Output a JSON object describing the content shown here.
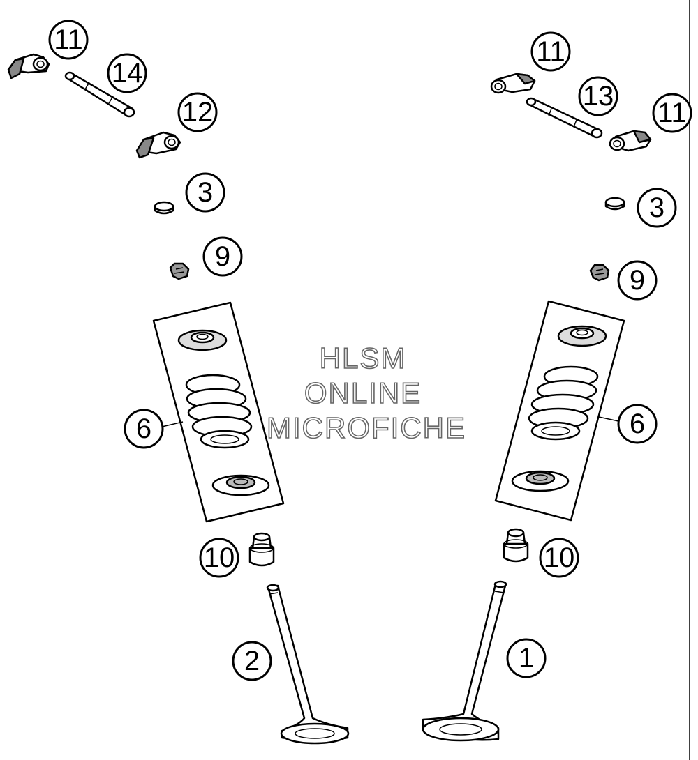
{
  "callouts": {
    "left_11": "11",
    "left_14": "14",
    "left_12": "12",
    "left_3": "3",
    "left_9": "9",
    "left_6": "6",
    "left_10": "10",
    "left_2": "2",
    "right_11_top": "11",
    "right_13": "13",
    "right_11_side": "11",
    "right_3": "3",
    "right_9": "9",
    "right_6": "6",
    "right_10": "10",
    "right_1": "1"
  },
  "watermark": {
    "line1": "HLSM",
    "line2": "ONLINE",
    "line3": "MICROFICHE"
  },
  "colors": {
    "line": "#000000",
    "background": "#ffffff",
    "part_fill": "#ffffff",
    "shade": "#9a9a9a",
    "watermark_outline": "#666666"
  }
}
